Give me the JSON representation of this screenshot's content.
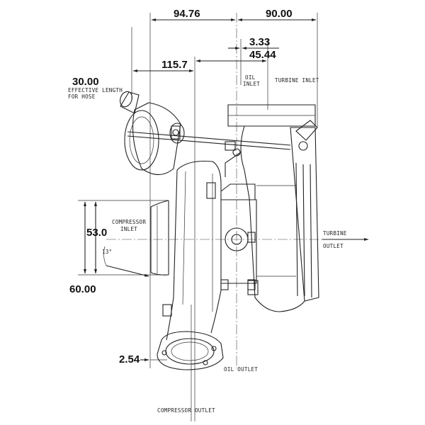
{
  "dimensions": {
    "d_94_76": "94.76",
    "d_90_00": "90.00",
    "d_3_33": "3.33",
    "d_45_44": "45.44",
    "d_115_7": "115.7",
    "d_30_00": "30.00",
    "d_53_0": "53.0",
    "d_60_00": "60.00",
    "d_2_54": "2.54",
    "angle_13": "13°"
  },
  "labels": {
    "effective_length_line1": "EFFECTIVE LENGTH",
    "effective_length_line2": "FOR HOSE",
    "oil_inlet_line1": "OIL",
    "oil_inlet_line2": "INLET",
    "turbine_inlet": "TURBINE INLET",
    "compressor_inlet_line1": "COMPRESSOR",
    "compressor_inlet_line2": "INLET",
    "turbine_outlet_line1": "TURBINE",
    "turbine_outlet_line2": "OUTLET",
    "oil_outlet": "OIL OUTLET",
    "compressor_outlet": "COMPRESSOR OUTLET"
  }
}
